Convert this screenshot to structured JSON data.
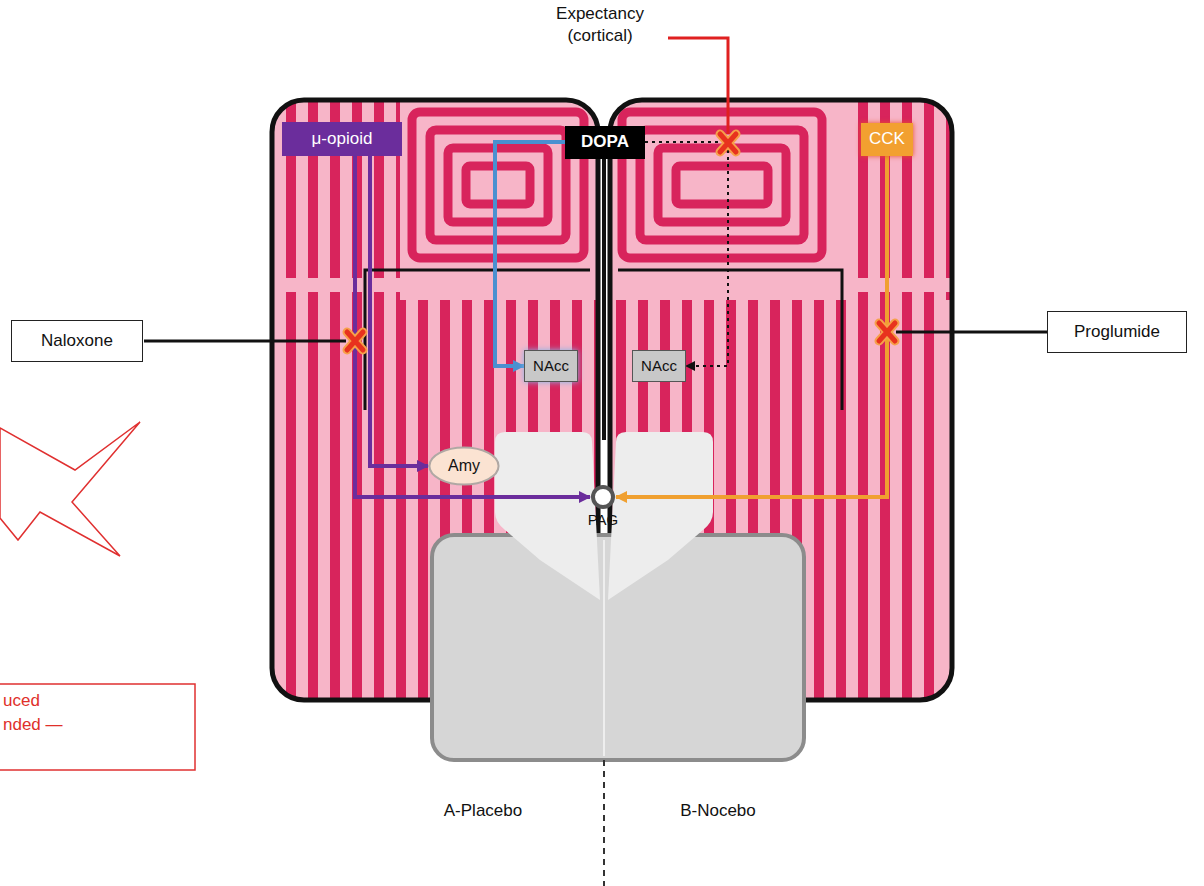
{
  "diagram": {
    "nodes": [
      {
        "text": [
          "μ-opioid"
        ]
      },
      {
        "text": [
          "DOPA"
        ]
      },
      {
        "text": [
          "CCK"
        ]
      },
      {
        "text": [
          "Naloxone"
        ]
      },
      {
        "text": [
          "NAcc"
        ]
      },
      {
        "text": [
          "NAcc"
        ]
      },
      {
        "text": [
          "Proglumide"
        ]
      },
      {
        "text": [
          "Amy"
        ]
      },
      {
        "text": [
          "PAG"
        ]
      }
    ],
    "edges": [
      {
        "from": 0,
        "to": 7,
        "arrow": "to"
      },
      {
        "from": 0,
        "to": 8,
        "arrow": "to"
      },
      {
        "from": 1,
        "to": 4,
        "arrow": "to"
      },
      {
        "from": 1,
        "to": 5,
        "arrow": "to"
      },
      {
        "from": 2,
        "to": 8,
        "arrow": "to"
      }
    ],
    "labels": [
      "Expectancy (cortical)",
      "uced nded —",
      "A-Placebo",
      "B-Nocebo"
    ]
  }
}
